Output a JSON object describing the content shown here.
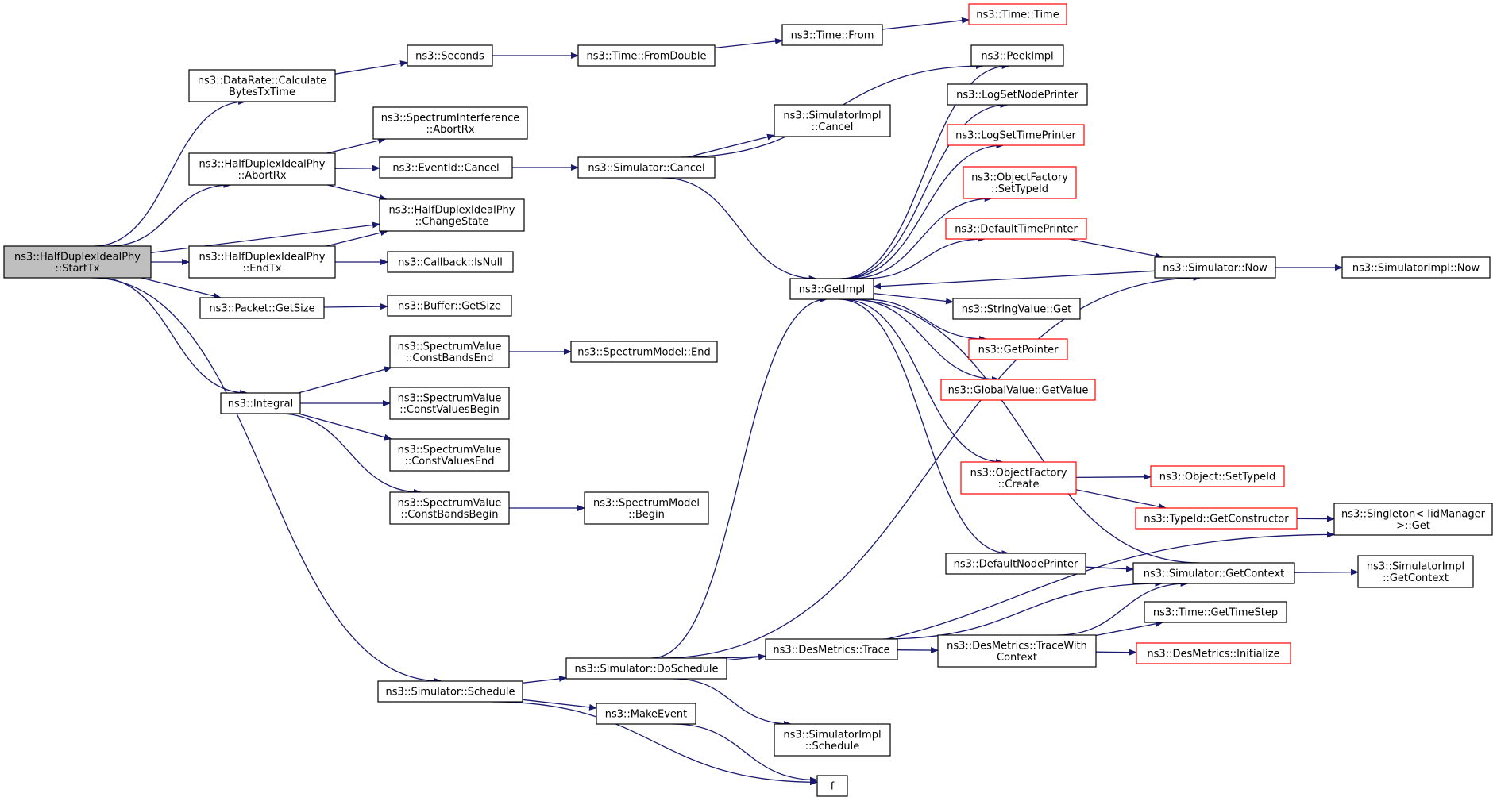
{
  "graph": {
    "root": "n_starttx",
    "nodes": [
      {
        "id": "n_starttx",
        "lines": [
          "ns3::HalfDuplexIdealPhy",
          "::StartTx"
        ],
        "style": "root"
      },
      {
        "id": "n_calcbytes",
        "lines": [
          "ns3::DataRate::Calculate",
          "BytesTxTime"
        ],
        "style": "normal"
      },
      {
        "id": "n_seconds",
        "lines": [
          "ns3::Seconds"
        ],
        "style": "normal"
      },
      {
        "id": "n_fromdouble",
        "lines": [
          "ns3::Time::FromDouble"
        ],
        "style": "normal"
      },
      {
        "id": "n_timefrom",
        "lines": [
          "ns3::Time::From"
        ],
        "style": "normal"
      },
      {
        "id": "n_timetime",
        "lines": [
          "ns3::Time::Time"
        ],
        "style": "red"
      },
      {
        "id": "n_siabortrx",
        "lines": [
          "ns3::SpectrumInterference",
          "::AbortRx"
        ],
        "style": "normal"
      },
      {
        "id": "n_hdabortrx",
        "lines": [
          "ns3::HalfDuplexIdealPhy",
          "::AbortRx"
        ],
        "style": "normal"
      },
      {
        "id": "n_eventcancel",
        "lines": [
          "ns3::EventId::Cancel"
        ],
        "style": "normal"
      },
      {
        "id": "n_simcancel",
        "lines": [
          "ns3::Simulator::Cancel"
        ],
        "style": "normal"
      },
      {
        "id": "n_simimplcancel",
        "lines": [
          "ns3::SimulatorImpl",
          "::Cancel"
        ],
        "style": "normal"
      },
      {
        "id": "n_changestate",
        "lines": [
          "ns3::HalfDuplexIdealPhy",
          "::ChangeState"
        ],
        "style": "normal"
      },
      {
        "id": "n_endtx",
        "lines": [
          "ns3::HalfDuplexIdealPhy",
          "::EndTx"
        ],
        "style": "normal"
      },
      {
        "id": "n_isnull",
        "lines": [
          "ns3::Callback::IsNull"
        ],
        "style": "normal"
      },
      {
        "id": "n_pktgetsize",
        "lines": [
          "ns3::Packet::GetSize"
        ],
        "style": "normal"
      },
      {
        "id": "n_bufgetsize",
        "lines": [
          "ns3::Buffer::GetSize"
        ],
        "style": "normal"
      },
      {
        "id": "n_integral",
        "lines": [
          "ns3::Integral"
        ],
        "style": "normal"
      },
      {
        "id": "n_cbandsend",
        "lines": [
          "ns3::SpectrumValue",
          "::ConstBandsEnd"
        ],
        "style": "normal"
      },
      {
        "id": "n_smend",
        "lines": [
          "ns3::SpectrumModel::End"
        ],
        "style": "normal"
      },
      {
        "id": "n_cvalbegin",
        "lines": [
          "ns3::SpectrumValue",
          "::ConstValuesBegin"
        ],
        "style": "normal"
      },
      {
        "id": "n_cvalend",
        "lines": [
          "ns3::SpectrumValue",
          "::ConstValuesEnd"
        ],
        "style": "normal"
      },
      {
        "id": "n_cbandsbegin",
        "lines": [
          "ns3::SpectrumValue",
          "::ConstBandsBegin"
        ],
        "style": "normal"
      },
      {
        "id": "n_smbegin",
        "lines": [
          "ns3::SpectrumModel",
          "::Begin"
        ],
        "style": "normal"
      },
      {
        "id": "n_schedule",
        "lines": [
          "ns3::Simulator::Schedule"
        ],
        "style": "normal"
      },
      {
        "id": "n_doschedule",
        "lines": [
          "ns3::Simulator::DoSchedule"
        ],
        "style": "normal"
      },
      {
        "id": "n_makeevent",
        "lines": [
          "ns3::MakeEvent"
        ],
        "style": "normal"
      },
      {
        "id": "n_f",
        "lines": [
          "f"
        ],
        "style": "normal"
      },
      {
        "id": "n_siimplschedule",
        "lines": [
          "ns3::SimulatorImpl",
          "::Schedule"
        ],
        "style": "normal"
      },
      {
        "id": "n_destrace",
        "lines": [
          "ns3::DesMetrics::Trace"
        ],
        "style": "normal"
      },
      {
        "id": "n_getimpl",
        "lines": [
          "ns3::GetImpl"
        ],
        "style": "normal"
      },
      {
        "id": "n_peekimpl",
        "lines": [
          "ns3::PeekImpl"
        ],
        "style": "normal"
      },
      {
        "id": "n_logsetnode",
        "lines": [
          "ns3::LogSetNodePrinter"
        ],
        "style": "normal"
      },
      {
        "id": "n_logsettime",
        "lines": [
          "ns3::LogSetTimePrinter"
        ],
        "style": "red"
      },
      {
        "id": "n_ofsettypeid",
        "lines": [
          "ns3::ObjectFactory",
          "::SetTypeId"
        ],
        "style": "red"
      },
      {
        "id": "n_deftimeprinter",
        "lines": [
          "ns3::DefaultTimePrinter"
        ],
        "style": "red"
      },
      {
        "id": "n_strget",
        "lines": [
          "ns3::StringValue::Get"
        ],
        "style": "normal"
      },
      {
        "id": "n_getpointer",
        "lines": [
          "ns3::GetPointer"
        ],
        "style": "red"
      },
      {
        "id": "n_gvgetvalue",
        "lines": [
          "ns3::GlobalValue::GetValue"
        ],
        "style": "red"
      },
      {
        "id": "n_ofcreate",
        "lines": [
          "ns3::ObjectFactory",
          "::Create"
        ],
        "style": "red"
      },
      {
        "id": "n_defnodeprinter",
        "lines": [
          "ns3::DefaultNodePrinter"
        ],
        "style": "normal"
      },
      {
        "id": "n_tracewithctx",
        "lines": [
          "ns3::DesMetrics::TraceWith",
          "Context"
        ],
        "style": "normal"
      },
      {
        "id": "n_simnow",
        "lines": [
          "ns3::Simulator::Now"
        ],
        "style": "normal"
      },
      {
        "id": "n_siimplnow",
        "lines": [
          "ns3::SimulatorImpl::Now"
        ],
        "style": "normal"
      },
      {
        "id": "n_objsettypeid",
        "lines": [
          "ns3::Object::SetTypeId"
        ],
        "style": "red"
      },
      {
        "id": "n_getconstructor",
        "lines": [
          "ns3::TypeId::GetConstructor"
        ],
        "style": "red"
      },
      {
        "id": "n_singleton",
        "lines": [
          "ns3::Singleton< IidManager",
          " >::Get"
        ],
        "style": "normal"
      },
      {
        "id": "n_simgetcontext",
        "lines": [
          "ns3::Simulator::GetContext"
        ],
        "style": "normal"
      },
      {
        "id": "n_siimplgetcontext",
        "lines": [
          "ns3::SimulatorImpl",
          "::GetContext"
        ],
        "style": "normal"
      },
      {
        "id": "n_gettimestep",
        "lines": [
          "ns3::Time::GetTimeStep"
        ],
        "style": "normal"
      },
      {
        "id": "n_desinit",
        "lines": [
          "ns3::DesMetrics::Initialize"
        ],
        "style": "red"
      }
    ],
    "edges": [
      [
        "n_starttx",
        "n_calcbytes"
      ],
      [
        "n_starttx",
        "n_hdabortrx"
      ],
      [
        "n_starttx",
        "n_changestate"
      ],
      [
        "n_starttx",
        "n_endtx"
      ],
      [
        "n_starttx",
        "n_pktgetsize"
      ],
      [
        "n_starttx",
        "n_integral"
      ],
      [
        "n_starttx",
        "n_schedule"
      ],
      [
        "n_calcbytes",
        "n_seconds"
      ],
      [
        "n_seconds",
        "n_fromdouble"
      ],
      [
        "n_fromdouble",
        "n_timefrom"
      ],
      [
        "n_timefrom",
        "n_timetime"
      ],
      [
        "n_hdabortrx",
        "n_siabortrx"
      ],
      [
        "n_hdabortrx",
        "n_eventcancel"
      ],
      [
        "n_hdabortrx",
        "n_changestate"
      ],
      [
        "n_eventcancel",
        "n_simcancel"
      ],
      [
        "n_simcancel",
        "n_simimplcancel"
      ],
      [
        "n_simcancel",
        "n_peekimpl"
      ],
      [
        "n_simcancel",
        "n_getimpl"
      ],
      [
        "n_endtx",
        "n_changestate"
      ],
      [
        "n_endtx",
        "n_isnull"
      ],
      [
        "n_pktgetsize",
        "n_bufgetsize"
      ],
      [
        "n_integral",
        "n_cbandsend"
      ],
      [
        "n_integral",
        "n_cvalbegin"
      ],
      [
        "n_integral",
        "n_cvalend"
      ],
      [
        "n_integral",
        "n_cbandsbegin"
      ],
      [
        "n_cbandsend",
        "n_smend"
      ],
      [
        "n_cbandsbegin",
        "n_smbegin"
      ],
      [
        "n_schedule",
        "n_doschedule"
      ],
      [
        "n_schedule",
        "n_makeevent"
      ],
      [
        "n_schedule",
        "n_f"
      ],
      [
        "n_makeevent",
        "n_f"
      ],
      [
        "n_doschedule",
        "n_getimpl"
      ],
      [
        "n_doschedule",
        "n_simnow"
      ],
      [
        "n_doschedule",
        "n_destrace"
      ],
      [
        "n_doschedule",
        "n_siimplschedule"
      ],
      [
        "n_doschedule",
        "n_singleton"
      ],
      [
        "n_getimpl",
        "n_peekimpl"
      ],
      [
        "n_getimpl",
        "n_logsetnode"
      ],
      [
        "n_getimpl",
        "n_logsettime"
      ],
      [
        "n_getimpl",
        "n_ofsettypeid"
      ],
      [
        "n_getimpl",
        "n_deftimeprinter"
      ],
      [
        "n_getimpl",
        "n_strget"
      ],
      [
        "n_getimpl",
        "n_getpointer"
      ],
      [
        "n_getimpl",
        "n_gvgetvalue"
      ],
      [
        "n_getimpl",
        "n_ofcreate"
      ],
      [
        "n_getimpl",
        "n_defnodeprinter"
      ],
      [
        "n_deftimeprinter",
        "n_simnow"
      ],
      [
        "n_simnow",
        "n_getimpl"
      ],
      [
        "n_simnow",
        "n_siimplnow"
      ],
      [
        "n_ofcreate",
        "n_objsettypeid"
      ],
      [
        "n_ofcreate",
        "n_getconstructor"
      ],
      [
        "n_getconstructor",
        "n_singleton"
      ],
      [
        "n_defnodeprinter",
        "n_simgetcontext"
      ],
      [
        "n_simgetcontext",
        "n_getimpl"
      ],
      [
        "n_simgetcontext",
        "n_siimplgetcontext"
      ],
      [
        "n_destrace",
        "n_tracewithctx"
      ],
      [
        "n_destrace",
        "n_simgetcontext"
      ],
      [
        "n_tracewithctx",
        "n_simgetcontext"
      ],
      [
        "n_tracewithctx",
        "n_gettimestep"
      ],
      [
        "n_tracewithctx",
        "n_desinit"
      ]
    ]
  }
}
